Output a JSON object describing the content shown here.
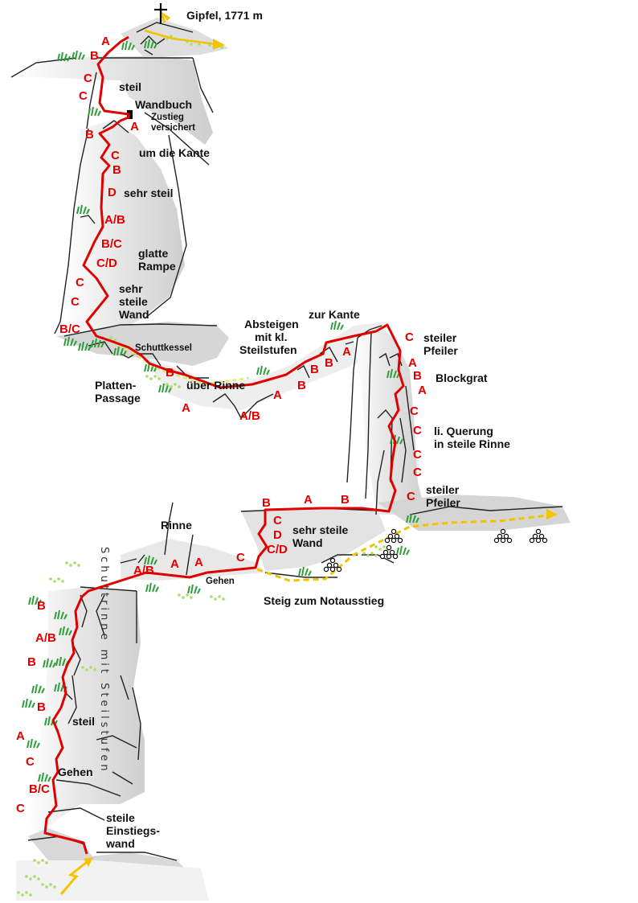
{
  "labels": {
    "summit": "Gipfel, 1771 m",
    "steil_top": "steil",
    "wandbuch": "Wandbuch",
    "zustieg": "Zustieg",
    "versichert": "versichert",
    "um_kante": "um die Kante",
    "sehr_steil": "sehr steil",
    "glatte": "glatte",
    "rampe": "Rampe",
    "sehr": "sehr",
    "steile": "steile",
    "wand": "Wand",
    "schuttkessel": "Schuttkessel",
    "absteigen": "Absteigen",
    "mit_kl": "mit kl.",
    "steilstufen": "Steilstufen",
    "zur_kante": "zur Kante",
    "steiler_pfeiler_1a": "steiler",
    "steiler_pfeiler_1b": "Pfeiler",
    "blockgrat": "Blockgrat",
    "platten": "Platten-",
    "passage": "Passage",
    "ueber_rinne": "über Rinne",
    "li_querung": "li. Querung",
    "in_steile_rinne": "in steile Rinne",
    "steiler_pfeiler_2a": "steiler",
    "steiler_pfeiler_2b": "Pfeiler",
    "rinne": "Rinne",
    "sehr_steile_wand_a": "sehr steile",
    "sehr_steile_wand_b": "Wand",
    "gehen_mid": "Gehen",
    "steig_notausstieg": "Steig zum Notausstieg",
    "steil_low": "steil",
    "gehen_low": "Gehen",
    "steile_einstieg_a": "steile",
    "steile_einstieg_b": "Einstiegs-",
    "steile_einstieg_c": "wand",
    "schuttrinne_vertical": "Schuttrinne mit Steilstufen"
  },
  "grades": [
    {
      "id": "g1",
      "text": "A"
    },
    {
      "id": "g2",
      "text": "B"
    },
    {
      "id": "g3",
      "text": "C"
    },
    {
      "id": "g4",
      "text": "C"
    },
    {
      "id": "g5",
      "text": "A"
    },
    {
      "id": "g6",
      "text": "B"
    },
    {
      "id": "g7",
      "text": "C"
    },
    {
      "id": "g8",
      "text": "B"
    },
    {
      "id": "g9",
      "text": "D"
    },
    {
      "id": "g10",
      "text": "A/B"
    },
    {
      "id": "g11",
      "text": "B/C"
    },
    {
      "id": "g12",
      "text": "C/D"
    },
    {
      "id": "g13",
      "text": "C"
    },
    {
      "id": "g14",
      "text": "C"
    },
    {
      "id": "g15",
      "text": "B/C"
    },
    {
      "id": "g16",
      "text": "B"
    },
    {
      "id": "g17",
      "text": "A"
    },
    {
      "id": "g18",
      "text": "A/B"
    },
    {
      "id": "g19",
      "text": "A"
    },
    {
      "id": "g20",
      "text": "B"
    },
    {
      "id": "g21",
      "text": "B"
    },
    {
      "id": "g22",
      "text": "B"
    },
    {
      "id": "g23",
      "text": "A"
    },
    {
      "id": "g24",
      "text": "C"
    },
    {
      "id": "g25",
      "text": "A"
    },
    {
      "id": "g26",
      "text": "B"
    },
    {
      "id": "g27",
      "text": "A"
    },
    {
      "id": "g28",
      "text": "C"
    },
    {
      "id": "g29",
      "text": "C"
    },
    {
      "id": "g30",
      "text": "C"
    },
    {
      "id": "g31",
      "text": "C"
    },
    {
      "id": "g32",
      "text": "C"
    },
    {
      "id": "g33",
      "text": "B"
    },
    {
      "id": "g34",
      "text": "A"
    },
    {
      "id": "g35",
      "text": "B"
    },
    {
      "id": "g36",
      "text": "C"
    },
    {
      "id": "g37",
      "text": "D"
    },
    {
      "id": "g38",
      "text": "C/D"
    },
    {
      "id": "g39",
      "text": "A"
    },
    {
      "id": "g40",
      "text": "A"
    },
    {
      "id": "g41",
      "text": "C"
    },
    {
      "id": "g42",
      "text": "A/B"
    },
    {
      "id": "g43",
      "text": "B"
    },
    {
      "id": "g44",
      "text": "A/B"
    },
    {
      "id": "g45",
      "text": "B"
    },
    {
      "id": "g46",
      "text": "B"
    },
    {
      "id": "g47",
      "text": "A"
    },
    {
      "id": "g48",
      "text": "C"
    },
    {
      "id": "g49",
      "text": "B/C"
    },
    {
      "id": "g50",
      "text": "C"
    }
  ],
  "colors": {
    "route": "#e00000",
    "path_yellow": "#f2c200",
    "arrow_yellow": "#f5c400",
    "grass": "#2e9d3a",
    "moss": "#a6e06a",
    "rock": "#d9d9d9",
    "rock_dark": "#bdbdbd"
  }
}
